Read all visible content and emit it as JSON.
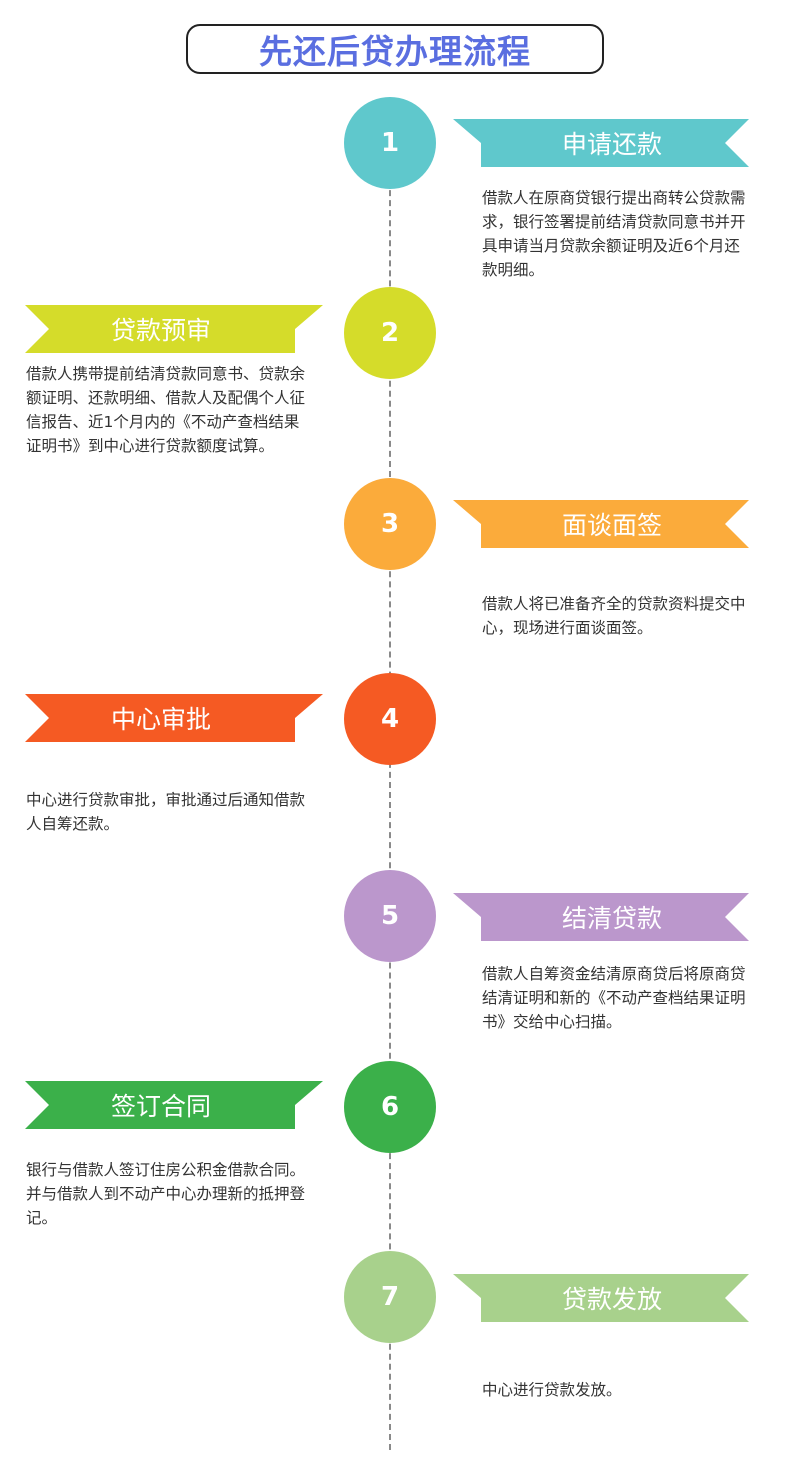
{
  "title": "先还后贷办理流程",
  "steps": [
    {
      "num": "1",
      "label": "申请还款",
      "color": "#5fc8cc",
      "desc": "借款人在原商贷银行提出商转公贷款需求，银行签署提前结清贷款同意书并开具申请当月贷款余额证明及近6个月还款明细。"
    },
    {
      "num": "2",
      "label": "贷款预审",
      "color": "#d5dc2a",
      "desc": "借款人携带提前结清贷款同意书、贷款余额证明、还款明细、借款人及配偶个人征信报告、近1个月内的《不动产查档结果证明书》到中心进行贷款额度试算。"
    },
    {
      "num": "3",
      "label": "面谈面签",
      "color": "#fbab3b",
      "desc": "借款人将已准备齐全的贷款资料提交中心，现场进行面谈面签。"
    },
    {
      "num": "4",
      "label": "中心审批",
      "color": "#f55a23",
      "desc": "中心进行贷款审批，审批通过后通知借款人自筹还款。"
    },
    {
      "num": "5",
      "label": "结清贷款",
      "color": "#bb97cc",
      "desc": "借款人自筹资金结清原商贷后将原商贷结清证明和新的《不动产查档结果证明书》交给中心扫描。"
    },
    {
      "num": "6",
      "label": "签订合同",
      "color": "#3bb04a",
      "desc": "银行与借款人签订住房公积金借款合同。并与借款人到不动产中心办理新的抵押登记。"
    },
    {
      "num": "7",
      "label": "贷款发放",
      "color": "#a8d18c",
      "desc": "中心进行贷款发放。"
    }
  ]
}
